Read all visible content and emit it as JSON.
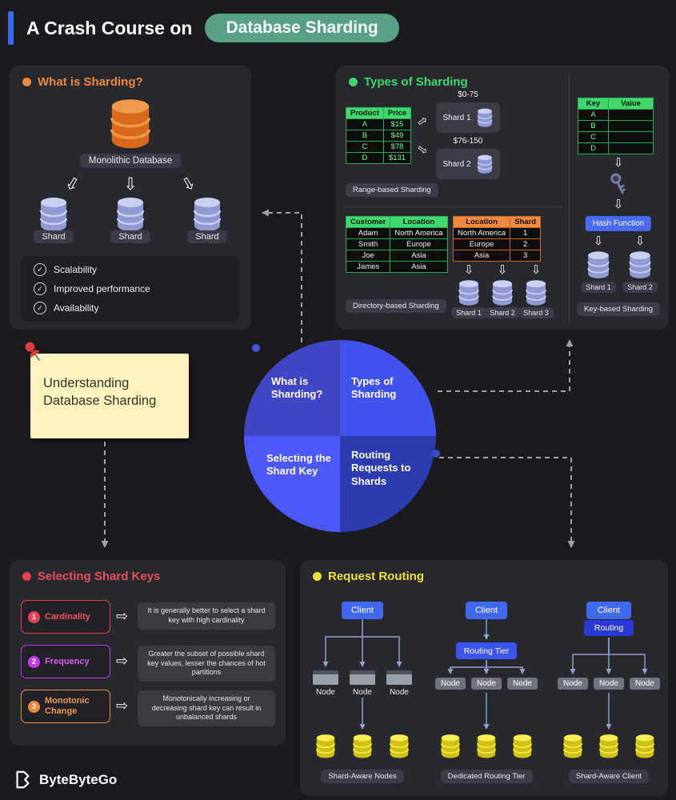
{
  "header": {
    "title": "A Crash Course on",
    "badge": "Database Sharding"
  },
  "icons": {
    "down_arrow": "⇩",
    "right_arrow": "⇨",
    "check": "✓"
  },
  "what_is": {
    "title": "What is Sharding?",
    "monolithic": "Monolithic Database",
    "shards": [
      "Shard",
      "Shard",
      "Shard"
    ],
    "benefits": [
      "Scalability",
      "Improved performance",
      "Availability"
    ]
  },
  "types": {
    "title": "Types of Sharding",
    "range": {
      "caption": "Range-based Sharding",
      "headers": [
        "Product",
        "Price"
      ],
      "rows": [
        [
          "A",
          "$15"
        ],
        [
          "B",
          "$49"
        ],
        [
          "C",
          "$78"
        ],
        [
          "D",
          "$131"
        ]
      ],
      "shard1": "Shard 1",
      "shard1_range": "$0-75",
      "shard2": "Shard 2",
      "shard2_range": "$76-150"
    },
    "directory": {
      "caption": "Directory-based Sharding",
      "cust_headers": [
        "Customer",
        "Location"
      ],
      "cust_rows": [
        [
          "Adam",
          "North America"
        ],
        [
          "Smith",
          "Europe"
        ],
        [
          "Joe",
          "Asia"
        ],
        [
          "James",
          "Asia"
        ]
      ],
      "lookup_headers": [
        "Location",
        "Shard"
      ],
      "lookup_rows": [
        [
          "North America",
          "1"
        ],
        [
          "Europe",
          "2"
        ],
        [
          "Asia",
          "3"
        ]
      ],
      "shards": [
        "Shard 1",
        "Shard 2",
        "Shard 3"
      ]
    },
    "key": {
      "caption": "Key-based Sharding",
      "headers": [
        "Key",
        "Value"
      ],
      "rows": [
        [
          "A",
          ""
        ],
        [
          "B",
          ""
        ],
        [
          "C",
          ""
        ],
        [
          "D",
          ""
        ]
      ],
      "hash": "Hash Function",
      "shards": [
        "Shard 1",
        "Shard 2"
      ]
    }
  },
  "note": {
    "line1": "Understanding",
    "line2": "Database Sharding"
  },
  "center": {
    "quadrants": [
      "What is Sharding?",
      "Types of Sharding",
      "Selecting the Shard Key",
      "Routing Requests to Shards"
    ]
  },
  "keys_panel": {
    "title": "Selecting Shard Keys",
    "items": [
      {
        "num": "1",
        "label": "Cardinality",
        "desc": "It is generally better to select a shard key with high cardinality"
      },
      {
        "num": "2",
        "label": "Frequency",
        "desc": "Greater the subset of possible shard key values, lesser the chances of hot partitions"
      },
      {
        "num": "3",
        "label": "Monotonic Change",
        "desc": "Monotonically increasing or decreasing shard key can result in unbalanced shards"
      }
    ]
  },
  "routing": {
    "title": "Request Routing",
    "d1": {
      "client": "Client",
      "nodes": [
        "Node",
        "Node",
        "Node"
      ],
      "caption": "Shard-Aware Nodes"
    },
    "d2": {
      "client": "Client",
      "tier": "Routing Tier",
      "nodes": [
        "Node",
        "Node",
        "Node"
      ],
      "caption": "Dedicated Routing Tier"
    },
    "d3": {
      "client": "Client",
      "routing": "Routing",
      "nodes": [
        "Node",
        "Node",
        "Node"
      ],
      "caption": "Shard-Aware Client"
    }
  },
  "footer": {
    "brand": "ByteByteGo"
  },
  "colors": {
    "orange": "#ef8a3c",
    "green": "#3ed96c",
    "red": "#e8414f",
    "purple": "#c43be4",
    "yellow": "#efe13d",
    "blue": "#4168f0",
    "badge_green": "#5aa183",
    "note_yellow": "#fbf3bd"
  }
}
